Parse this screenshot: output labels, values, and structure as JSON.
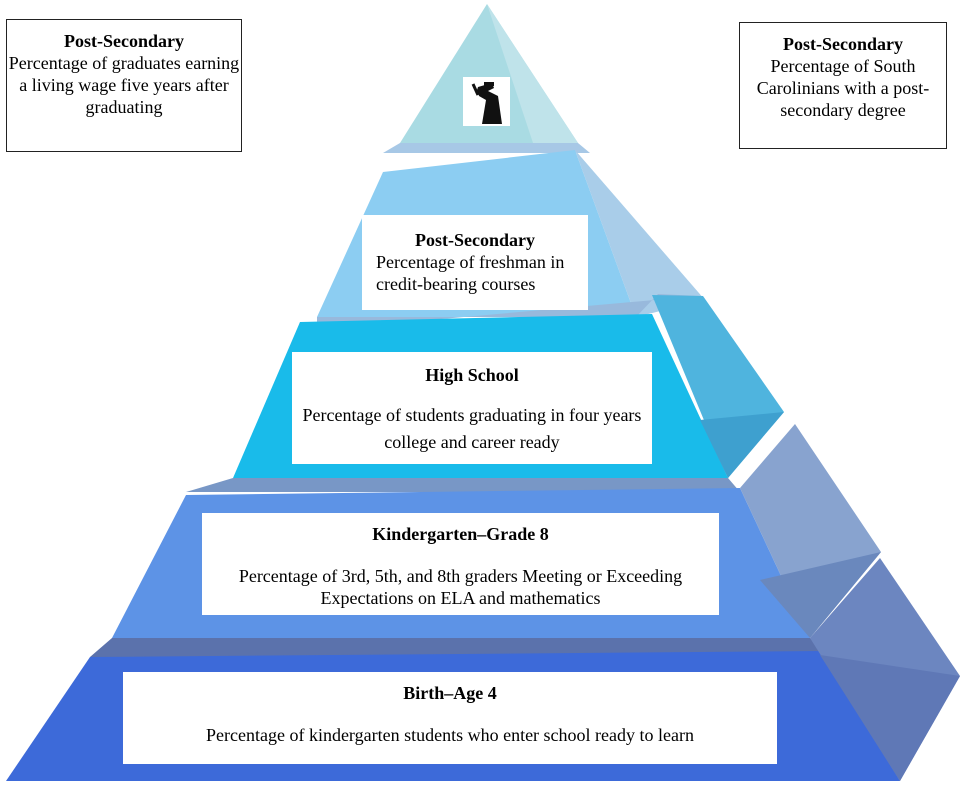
{
  "callouts": {
    "left": {
      "heading": "Post-Secondary",
      "body": "Percentage of graduates earning a living wage five years after graduating"
    },
    "right": {
      "heading": "Post-Secondary",
      "body": "Percentage of South Carolinians with a post-secondary degree"
    }
  },
  "tiers": {
    "post_secondary": {
      "heading": "Post-Secondary",
      "body": "Percentage of freshman in credit-bearing courses"
    },
    "high_school": {
      "heading": "High School",
      "body": "Percentage of students graduating in four years college and career ready"
    },
    "k8": {
      "heading": "Kindergarten–Grade 8",
      "body": "Percentage of 3rd, 5th, and 8th graders Meeting or Exceeding Expectations on ELA and mathematics"
    },
    "birth_age4": {
      "heading": "Birth–Age 4",
      "body": "Percentage of kindergarten students who enter school ready to learn"
    }
  },
  "apex": {
    "icon": "graduate-icon"
  },
  "colors": {
    "apex": "#a9dbe3",
    "post_secondary": "#8ccdf2",
    "high_school": "#19bbea",
    "k8": "#5d93e6",
    "birth_age4": "#3d6ad9"
  }
}
